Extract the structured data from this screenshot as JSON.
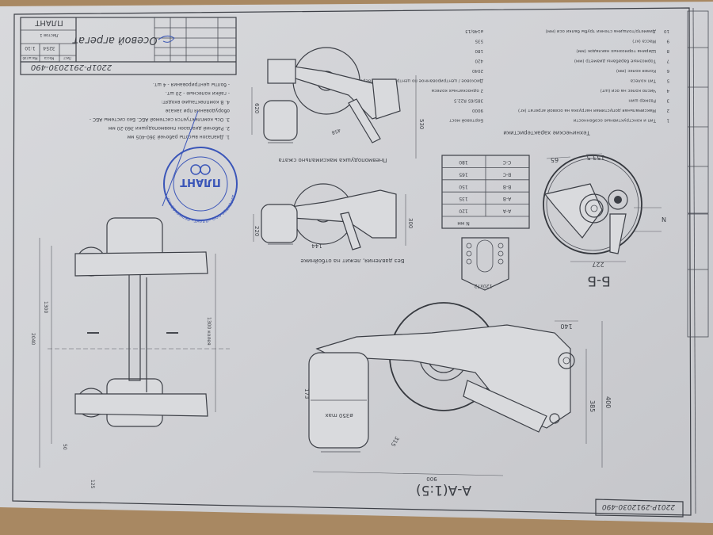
{
  "title_block": {
    "drawing_number": "2201Р-2912030-490",
    "name": "Осевой агрегат",
    "company": "ПЛАНТ",
    "mass_label": "Масса",
    "scale_label": "Масштаб",
    "mass": "3254",
    "scale": "1:10",
    "sheet_label": "Лист",
    "sheets_label": "Листов 1"
  },
  "notes": [
    "1. Диапазон высоты рабочей 360-405 мм",
    "2. Рабочий диапазон пневмоподушки 360-20 мм",
    "3. Ось комплектуется системой АБС. Без системы АБС -",
    "оборудования при заказе",
    "4. В комплектацию входят:",
    "- гайки колесные - 20 шт.",
    "- болты центрирования - 4 шт."
  ],
  "specs": {
    "title": "Технические характеристики",
    "rows": [
      {
        "n": "1",
        "label": "Тип и конструктивные особенности",
        "value": "Бортовой мост"
      },
      {
        "n": "2",
        "label": "Максимальная допустимая нагрузка на осевой агрегат (кг)",
        "value": "9000"
      },
      {
        "n": "3",
        "label": "Размер шин",
        "value": "385/65 R22.5"
      },
      {
        "n": "4",
        "label": "Число колес на оси (шт)",
        "value": "2 односкатных колеса"
      },
      {
        "n": "5",
        "label": "Тип колеса",
        "value": "Дисковое / центрированное по центральному отверстию"
      },
      {
        "n": "6",
        "label": "Колея колес (мм)",
        "value": "2040"
      },
      {
        "n": "7",
        "label": "Тормозные барабаны диаметр (мм)",
        "value": "420"
      },
      {
        "n": "8",
        "label": "Ширина тормозных накладок (мм)",
        "value": "180"
      },
      {
        "n": "9",
        "label": "Масса (кг)",
        "value": "535"
      },
      {
        "n": "10",
        "label": "Диаметр/толщина стенки трубы балки оси (мм)",
        "value": "ø146/13"
      }
    ]
  },
  "section_table": {
    "header": "N мм",
    "rows": [
      {
        "name": "А-А",
        "value": "120"
      },
      {
        "name": "А-В",
        "value": "135"
      },
      {
        "name": "В-В",
        "value": "150"
      },
      {
        "name": "В-С",
        "value": "165"
      },
      {
        "name": "С-С",
        "value": "180"
      }
    ]
  },
  "views": {
    "section_bb": "Б-Б",
    "section_aa": "А-А(1:5)",
    "caption_compressed": "Пневмоподушка максимально сжата",
    "caption_rest": "Без давления, лежит на отбойнике",
    "connector_dim": "120x72"
  },
  "dimensions": {
    "d227": "227",
    "d65": "65",
    "d1535": "153.5",
    "dN": "N",
    "d900": "900",
    "d400": "400",
    "d385": "385",
    "d140": "140",
    "d530": "530",
    "d620": "620",
    "d300": "300",
    "d220": "220",
    "d144": "144",
    "d1300": "1300",
    "d2040": "2040",
    "d1300b": "1300 колея",
    "d350": "ø350 max",
    "d315": "315",
    "d458": "458",
    "d173": "173",
    "d50": "50",
    "d125": "125"
  },
  "stamp": {
    "center": "ПЛАНТ",
    "ring": "ДИРЕКТОР ООО «ПЛАНТ» ПЕРМЯКОВ А.О.",
    "color": "#3a55b8"
  },
  "colors": {
    "paper": "#d3d4d7",
    "line": "#3c3f46",
    "table": "#a07b52"
  }
}
